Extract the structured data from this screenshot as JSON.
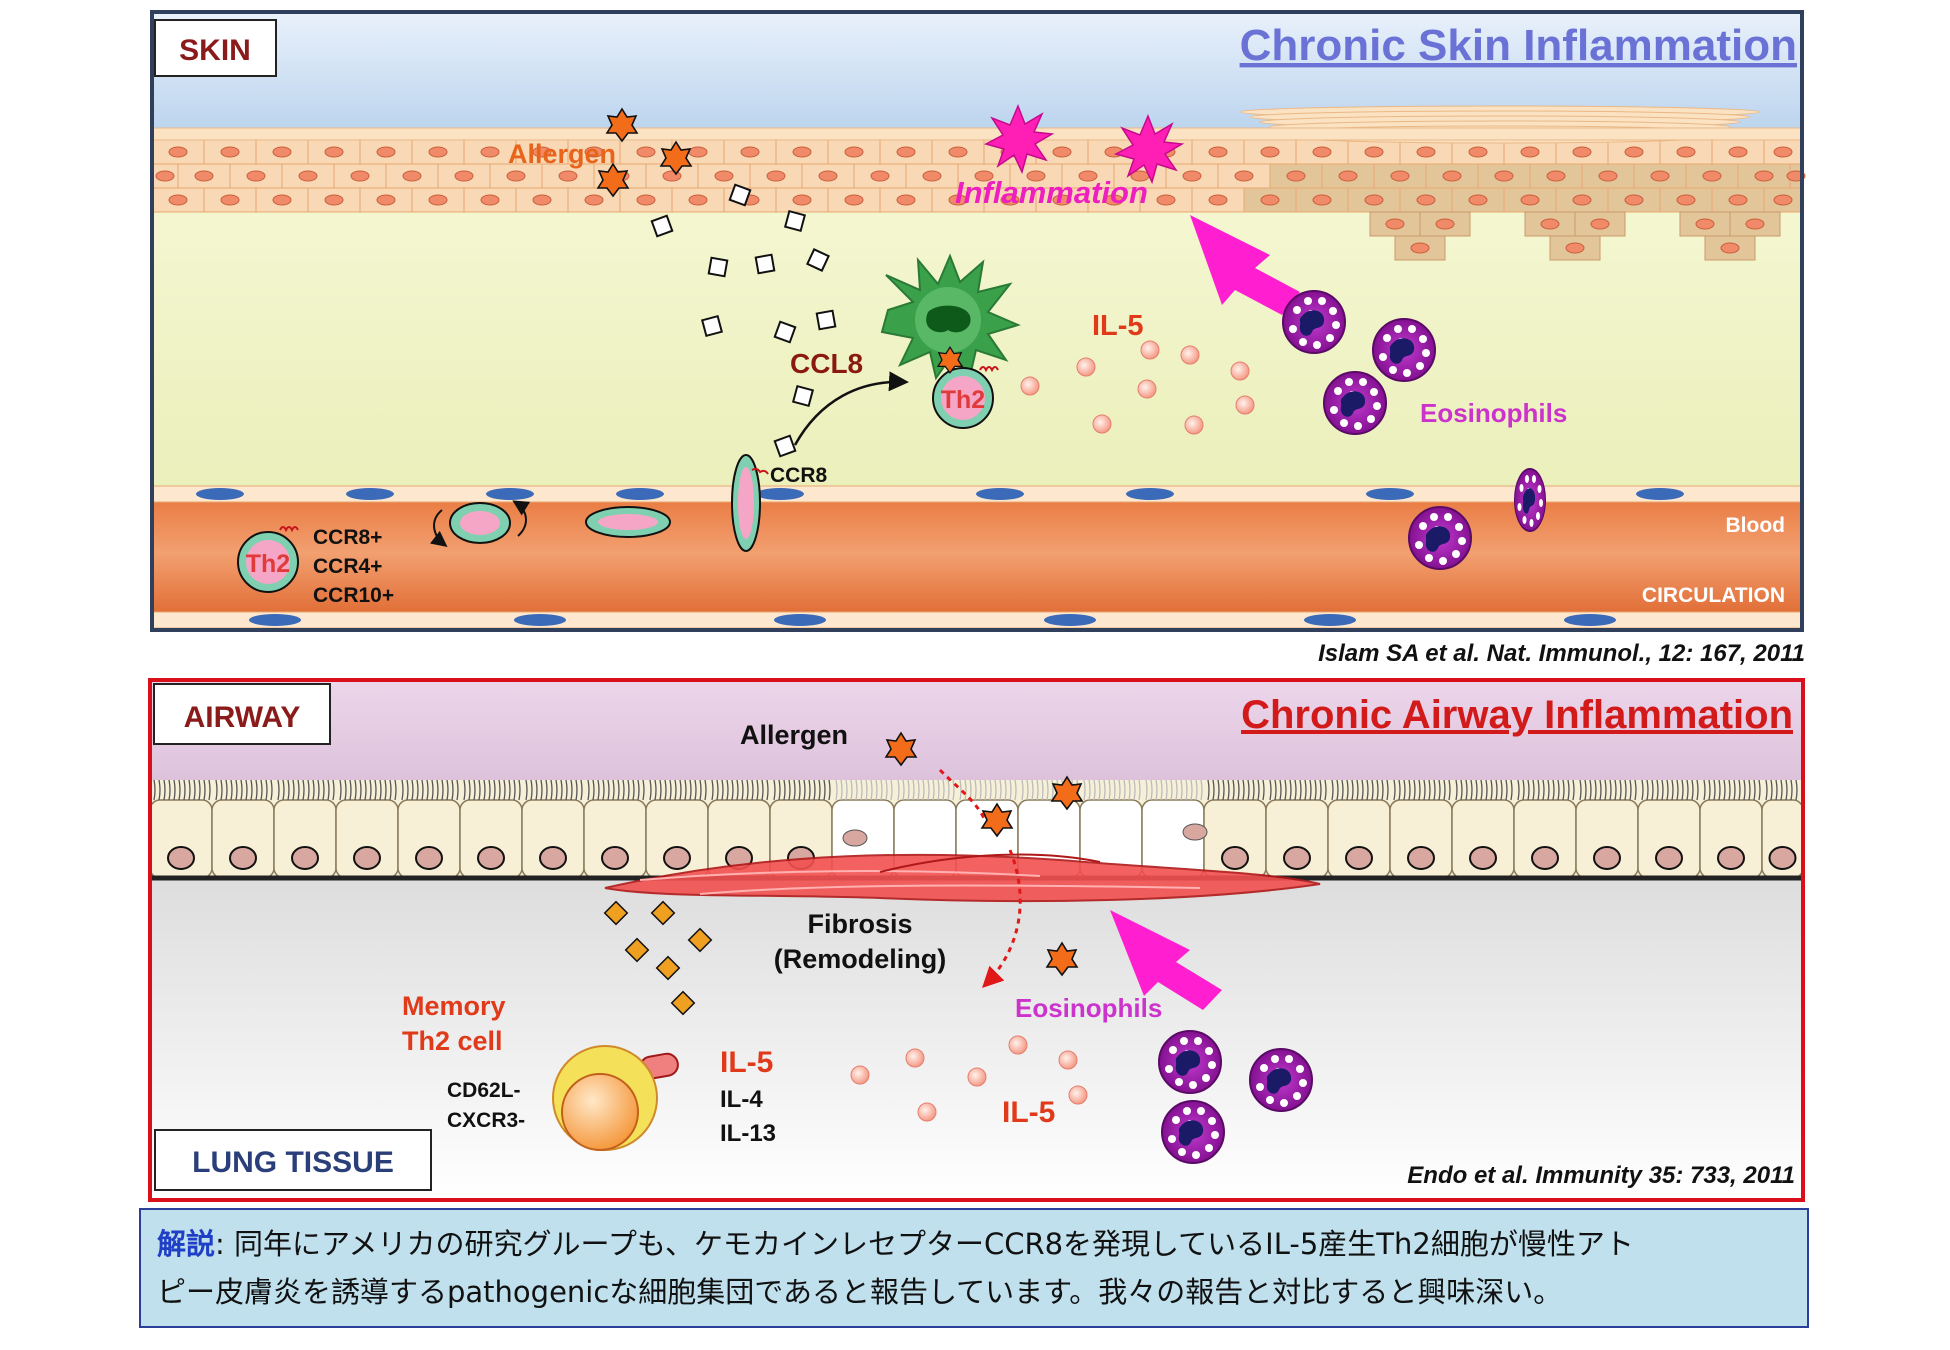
{
  "skin": {
    "label": "SKIN",
    "title": "Chronic Skin Inflammation",
    "allergen": "Allergen",
    "inflammation": "Inflammation",
    "ccl8": "CCL8",
    "il5": "IL-5",
    "eosinophils": "Eosinophils",
    "ccr8": "CCR8",
    "th2": "Th2",
    "blood": "Blood",
    "circulation": "CIRCULATION",
    "markers": [
      "CCR8+",
      "CCR4+",
      "CCR10+"
    ],
    "citation": "Islam SA et al. Nat. Immunol., 12: 167, 2011"
  },
  "airway": {
    "label": "AIRWAY",
    "title": "Chronic Airway Inflammation",
    "allergen": "Allergen",
    "fibrosis": "Fibrosis",
    "remodeling": "(Remodeling)",
    "eosinophils": "Eosinophils",
    "memory_line1": "Memory",
    "memory_line2": "Th2 cell",
    "cd62l": "CD62L-",
    "cxcr3": "CXCR3-",
    "il5": "IL-5",
    "il4": "IL-4",
    "il13": "IL-13",
    "il5_right": "IL-5",
    "lung_tissue": "LUNG TISSUE",
    "citation": "Endo et al. Immunity 35: 733, 2011"
  },
  "note": {
    "lead": "解説",
    "line1": ": 同年にアメリカの研究グループも、ケモカインレセプターCCR8を発現しているIL-5産生Th2細胞が慢性アト",
    "line2": "ピー皮膚炎を誘導するpathogenicな細胞集団であると報告しています。我々の報告と対比すると興味深い。"
  },
  "colors": {
    "skin_frame": "#2f3f5c",
    "airway_frame": "#d9101a",
    "skin_title": "#6a72d6",
    "airway_title": "#d21a1a",
    "magenta": "#ff1fd0",
    "eosinophil_label": "#cc33cc",
    "il5_red": "#e03a1a",
    "allergen": "#f26c1a"
  }
}
